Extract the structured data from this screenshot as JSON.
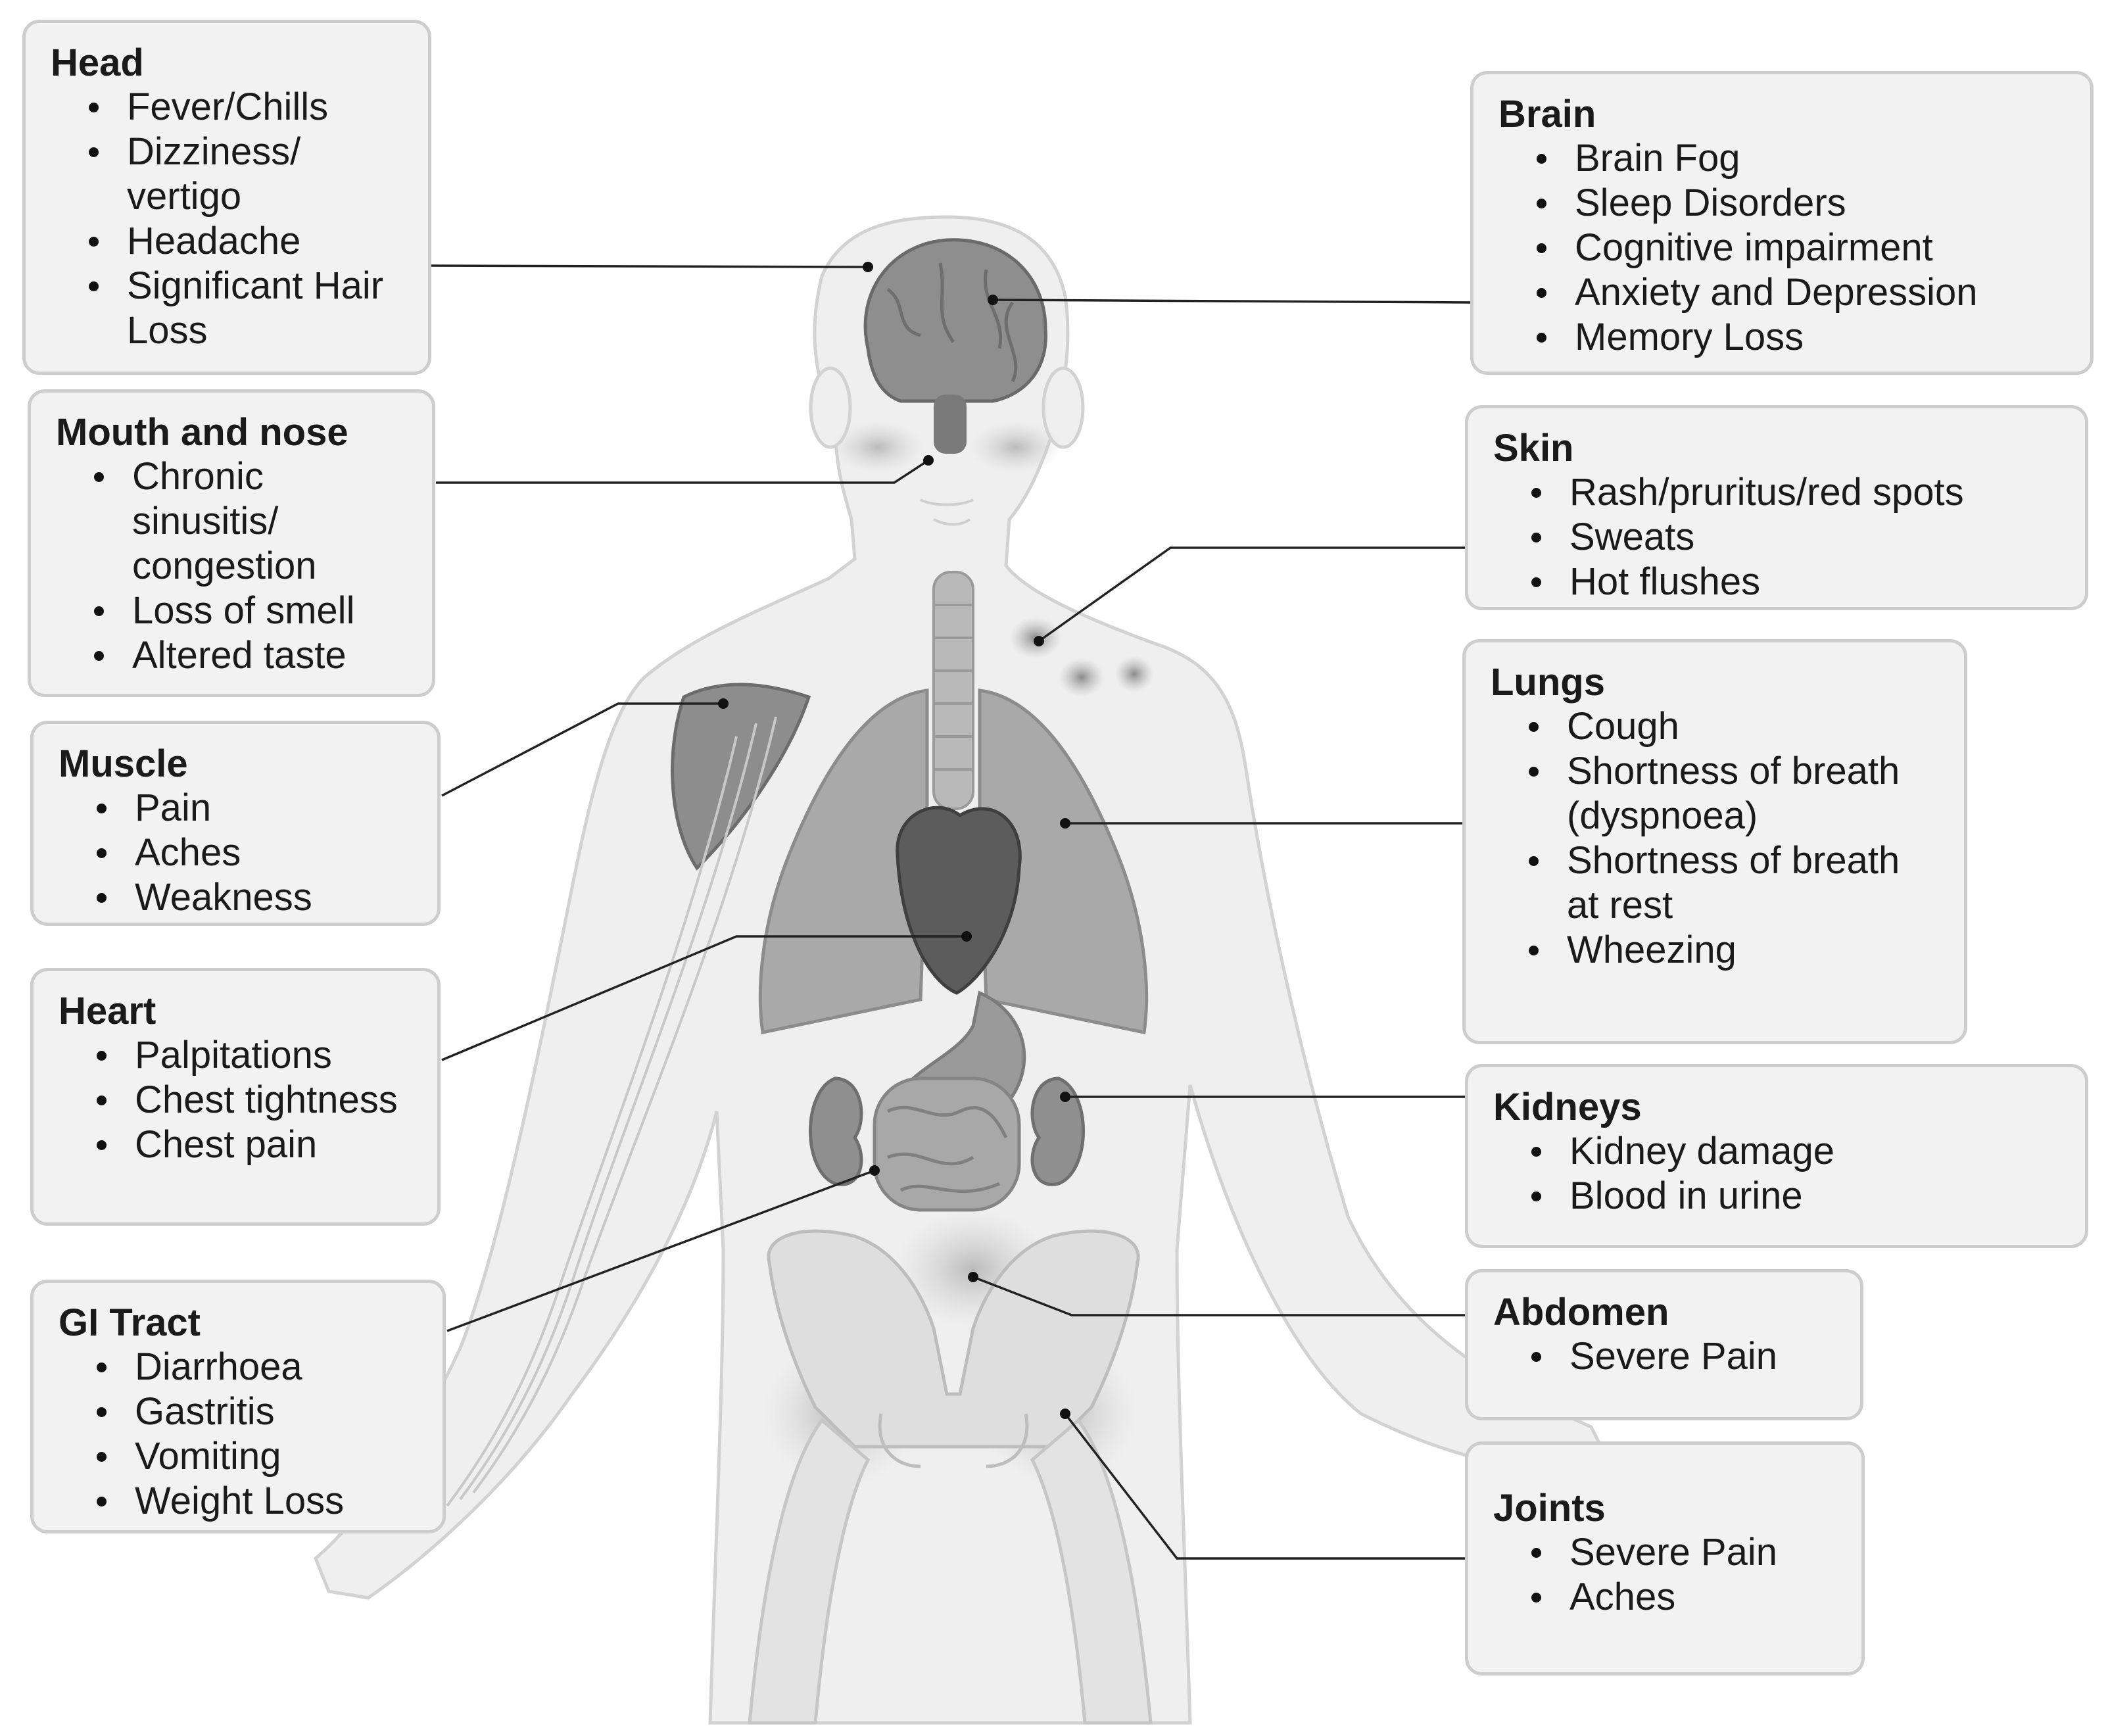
{
  "left_boxes": [
    {
      "id": "head",
      "title": "Head",
      "items": [
        "Fever/Chills",
        "Dizziness/ vertigo",
        "Headache",
        "Significant Hair Loss"
      ]
    },
    {
      "id": "mouth-and-nose",
      "title": "Mouth and nose",
      "items": [
        "Chronic sinusitis/ congestion",
        "Loss of smell",
        "Altered taste"
      ]
    },
    {
      "id": "muscle",
      "title": "Muscle",
      "items": [
        "Pain",
        "Aches",
        "Weakness"
      ]
    },
    {
      "id": "heart",
      "title": "Heart",
      "items": [
        "Palpitations",
        "Chest tightness",
        "Chest pain"
      ]
    },
    {
      "id": "gi-tract",
      "title": "GI Tract",
      "items": [
        "Diarrhoea",
        "Gastritis",
        "Vomiting",
        "Weight Loss"
      ]
    }
  ],
  "right_boxes": [
    {
      "id": "brain",
      "title": "Brain",
      "items": [
        "Brain Fog",
        "Sleep Disorders",
        "Cognitive impairment",
        "Anxiety and Depression",
        "Memory Loss"
      ]
    },
    {
      "id": "skin",
      "title": "Skin",
      "items": [
        "Rash/pruritus/red spots",
        "Sweats",
        "Hot flushes"
      ]
    },
    {
      "id": "lungs",
      "title": "Lungs",
      "items": [
        "Cough",
        "Shortness of breath (dyspnoea)",
        "Shortness of breath at rest",
        "Wheezing"
      ]
    },
    {
      "id": "kidneys",
      "title": "Kidneys",
      "items": [
        "Kidney damage",
        "Blood in urine"
      ]
    },
    {
      "id": "abdomen",
      "title": "Abdomen",
      "items": [
        "Severe Pain"
      ]
    },
    {
      "id": "joints",
      "title": "Joints",
      "items": [
        "Severe Pain",
        "Aches"
      ]
    }
  ]
}
